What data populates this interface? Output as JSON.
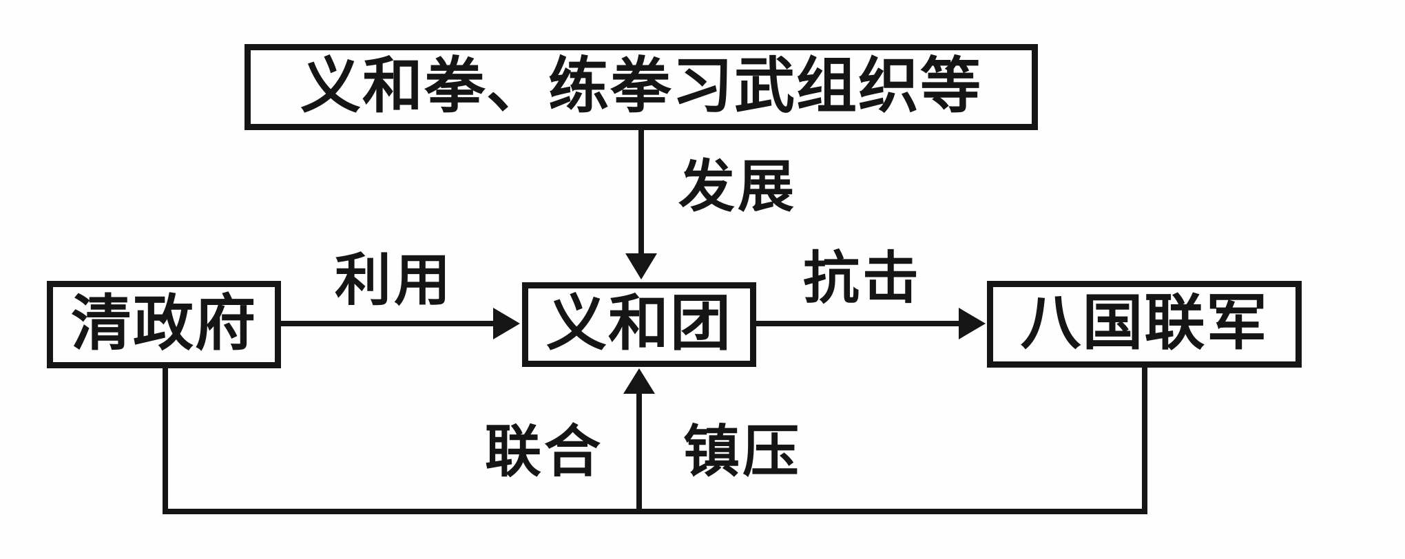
{
  "diagram": {
    "colors": {
      "background": "#fefefe",
      "ink": "#151515"
    },
    "nodes": {
      "origins": {
        "label": "义和拳、练拳习武组织等"
      },
      "qing": {
        "label": "清政府"
      },
      "yihetuan": {
        "label": "义和团"
      },
      "alliance": {
        "label": "八国联军"
      }
    },
    "edges": {
      "develop": {
        "label": "发展",
        "from": "origins",
        "to": "yihetuan"
      },
      "use": {
        "label": "利用",
        "from": "qing",
        "to": "yihetuan"
      },
      "resist": {
        "label": "抗击",
        "from": "yihetuan",
        "to": "alliance"
      },
      "unite_suppress": {
        "labels": [
          "联合",
          "镇压"
        ],
        "from": [
          "qing",
          "alliance"
        ],
        "to": "yihetuan"
      }
    }
  }
}
